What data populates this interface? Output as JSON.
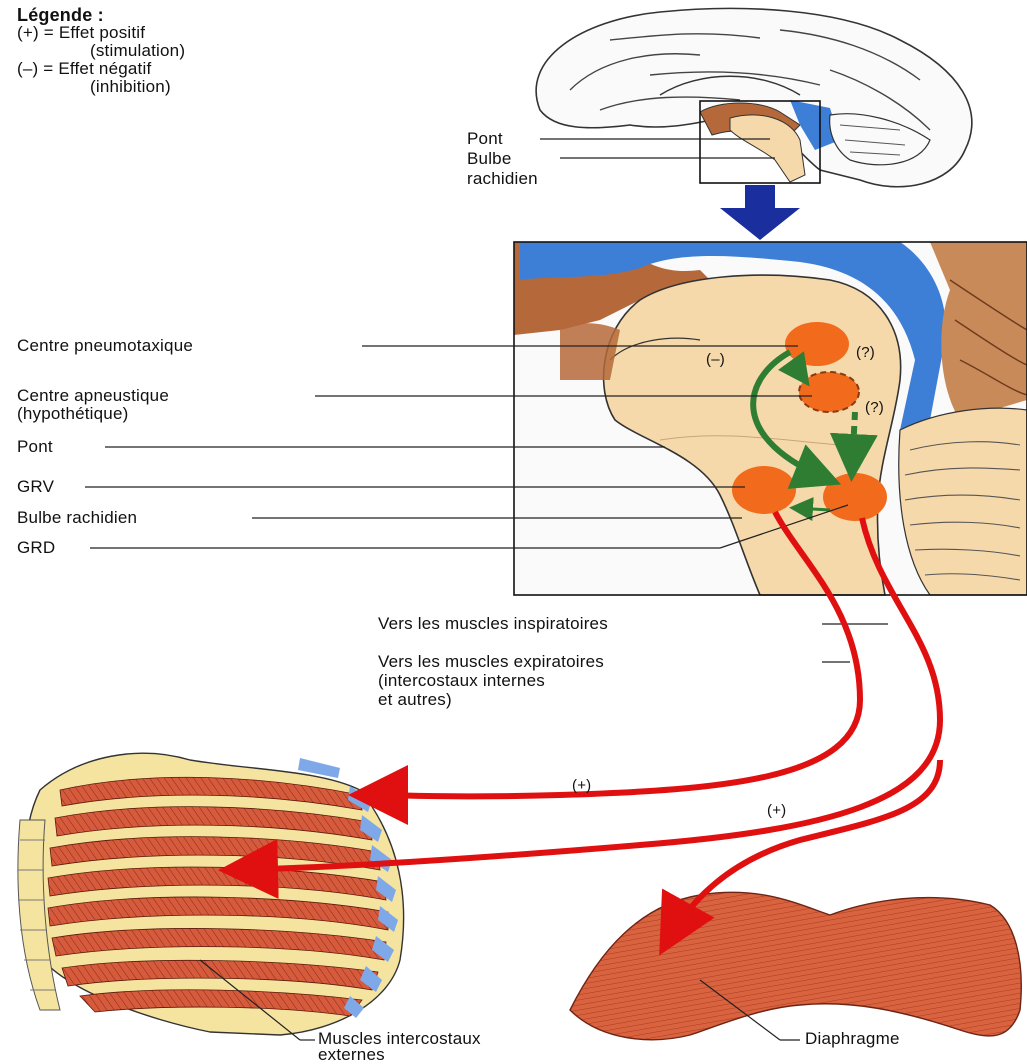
{
  "legend": {
    "title": "Légende :",
    "positive_line1": "(+) = Effet positif",
    "positive_line2": "(stimulation)",
    "negative_line1": "(–) = Effet négatif",
    "negative_line2": "(inhibition)"
  },
  "brain_labels": {
    "pont": "Pont",
    "bulbe_line1": "Bulbe",
    "bulbe_line2": "rachidien"
  },
  "detail_labels": {
    "centre_pneumotaxique": "Centre pneumotaxique",
    "centre_apneustique_line1": "Centre apneustique",
    "centre_apneustique_line2": "(hypothétique)",
    "pont": "Pont",
    "grv": "GRV",
    "bulbe_rachidien": "Bulbe rachidien",
    "grd": "GRD",
    "minus_sign": "(–)",
    "question_1": "(?)",
    "question_2": "(?)"
  },
  "pathway_labels": {
    "inspiratoires": "Vers les muscles inspiratoires",
    "expiratoires_line1": "Vers les muscles expiratoires",
    "expiratoires_line2": "(intercostaux internes",
    "expiratoires_line3": "et autres)",
    "plus_1": "(+)",
    "plus_2": "(+)"
  },
  "muscle_labels": {
    "intercostaux_line1": "Muscles intercostaux",
    "intercostaux_line2": "externes",
    "diaphragme": "Diaphragme"
  },
  "colors": {
    "nerve_red": "#e01010",
    "orange_center": "#f26b1d",
    "green_arrow": "#2e7d32",
    "navy_arrow": "#1a2e9e",
    "brainstem_fill": "#f6d9aa",
    "brown": "#b5693a",
    "blue_csf": "#3d7fd6",
    "muscle_red": "#d65a3c"
  }
}
